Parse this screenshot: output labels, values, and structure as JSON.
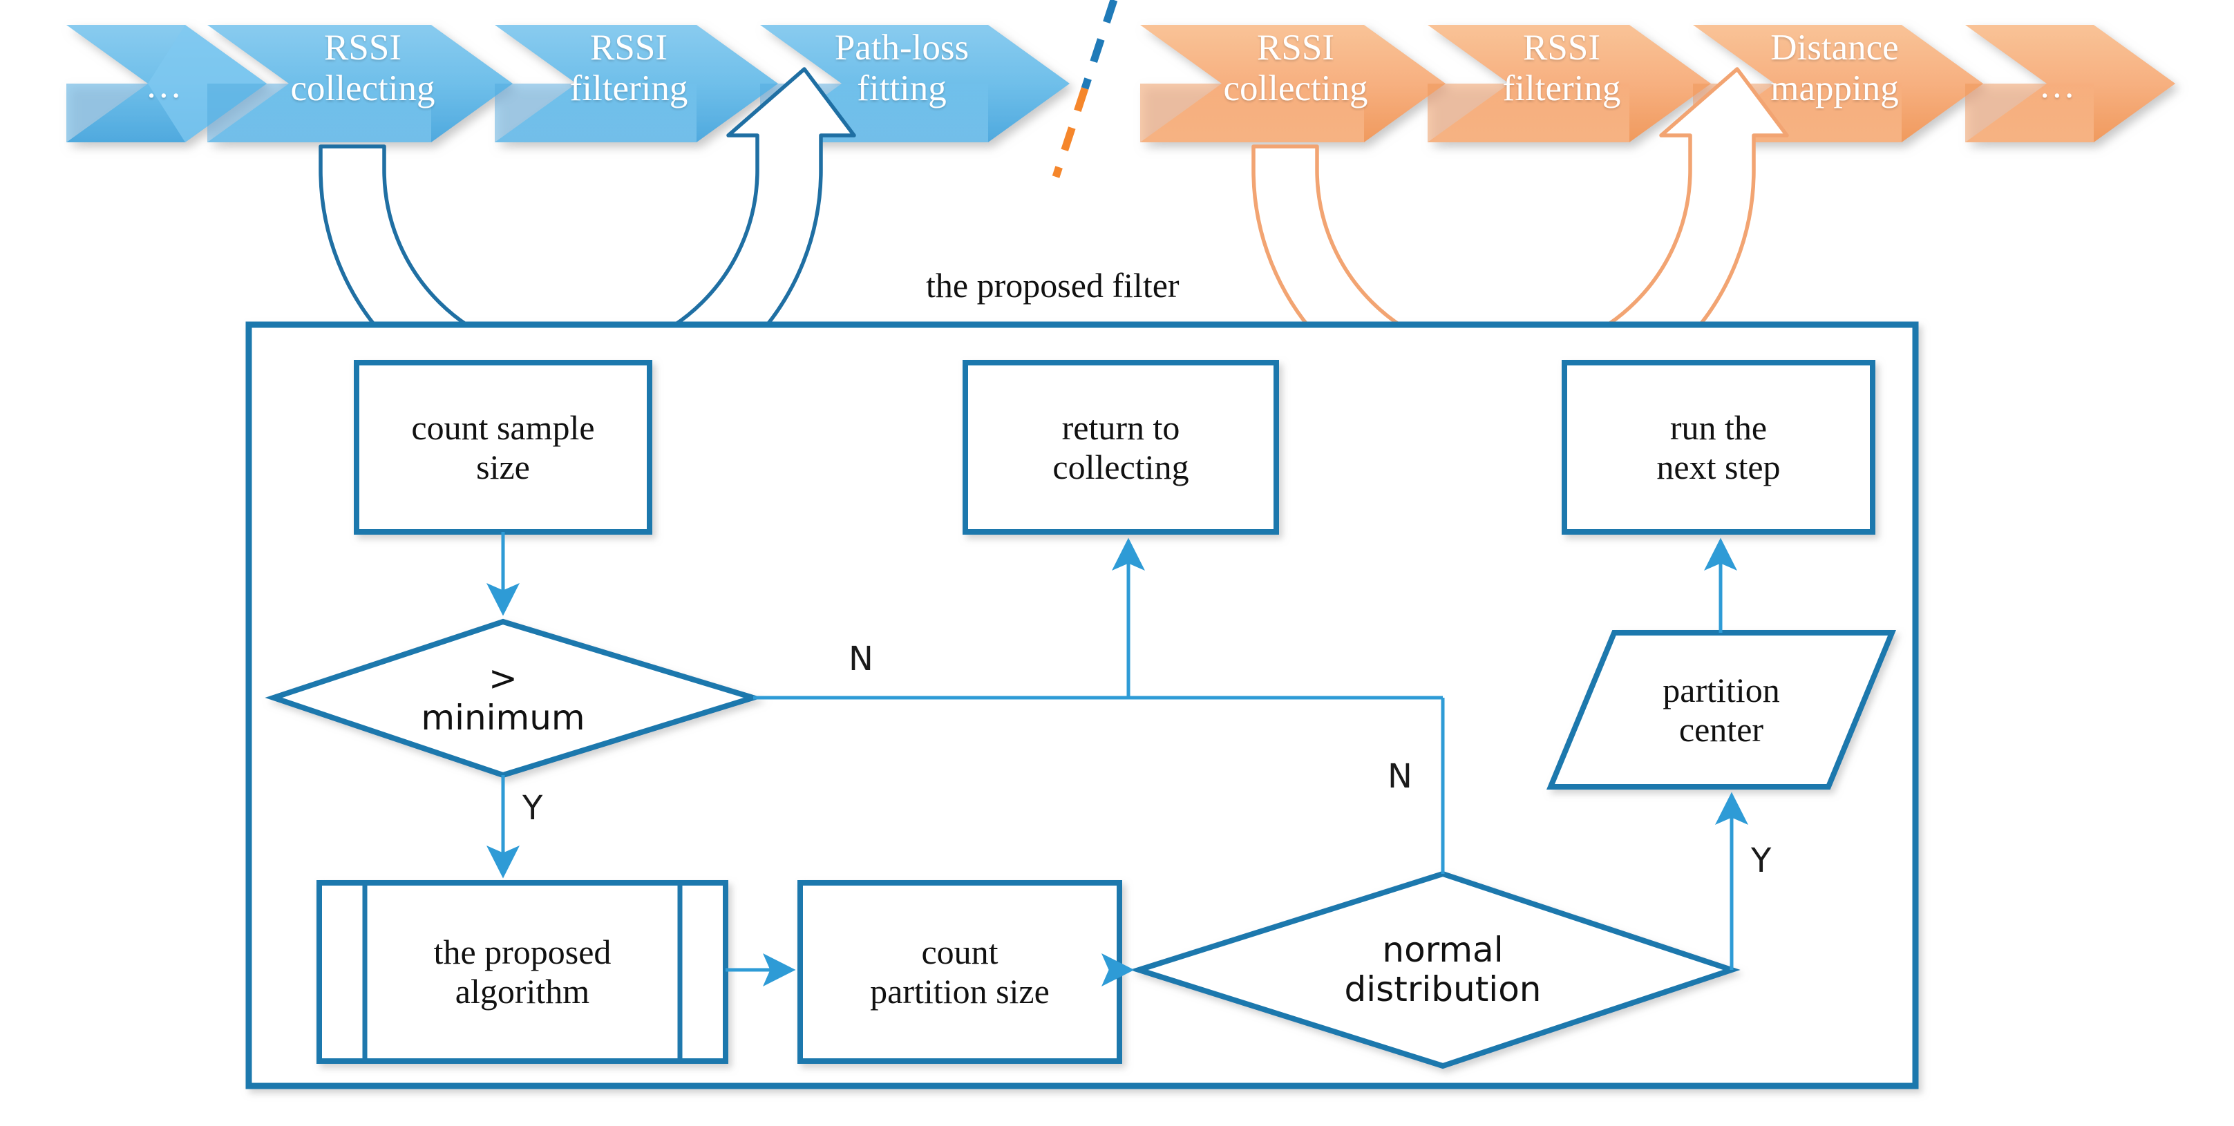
{
  "figure": {
    "caption": "the proposed filter"
  },
  "pipeline": {
    "offline": {
      "color": "#5BB4E5",
      "steps": [
        {
          "label": "…",
          "id": "ellipsis-start"
        },
        {
          "label": "RSSI\ncollecting",
          "id": "rssi-collecting-offline"
        },
        {
          "label": "RSSI\nfiltering",
          "id": "rssi-filtering-offline"
        },
        {
          "label": "Path-loss\nfitting",
          "id": "path-loss-fitting"
        }
      ],
      "loop_arrow": {
        "from": "RSSI collecting",
        "to": "Path-loss fitting"
      }
    },
    "online": {
      "color": "#F5A86A",
      "steps": [
        {
          "label": "RSSI\ncollecting",
          "id": "rssi-collecting-online"
        },
        {
          "label": "RSSI\nfiltering",
          "id": "rssi-filtering-online"
        },
        {
          "label": "Distance\nmapping",
          "id": "distance-mapping"
        },
        {
          "label": "…",
          "id": "ellipsis-end"
        }
      ],
      "loop_arrow": {
        "from": "RSSI collecting",
        "to": "Distance mapping"
      }
    },
    "divider": {
      "style": "dashed",
      "top_color": "#1F7AB8",
      "bottom_color": "#F5862B"
    }
  },
  "flowchart": {
    "border_color": "#1F78AD",
    "nodes": [
      {
        "id": "count-sample-size",
        "shape": "process",
        "label": "count sample\nsize"
      },
      {
        "id": "return-to-collecting",
        "shape": "process",
        "label": "return to\ncollecting"
      },
      {
        "id": "run-the-next-step",
        "shape": "process",
        "label": "run the\nnext step"
      },
      {
        "id": "greater-than-minimum",
        "shape": "decision",
        "label": ">\nminimum"
      },
      {
        "id": "the-proposed-algorithm",
        "shape": "predefined-process",
        "label": "the proposed\nalgorithm"
      },
      {
        "id": "count-partition-size",
        "shape": "process",
        "label": "count\npartition size"
      },
      {
        "id": "normal-distribution",
        "shape": "decision",
        "label": "normal\ndistribution"
      },
      {
        "id": "partition-center",
        "shape": "data-parallelogram",
        "label": "partition\ncenter"
      }
    ],
    "edge_labels": {
      "minimum_no": "N",
      "minimum_yes": "Y",
      "normal_no": "N",
      "normal_yes": "Y"
    }
  },
  "colors": {
    "blue_line": "#1F78AD",
    "light_blue_line": "#2E9BD6",
    "blue_chevron": "#5BB4E5",
    "orange_chevron": "#F5A86A",
    "text": "#111111"
  }
}
